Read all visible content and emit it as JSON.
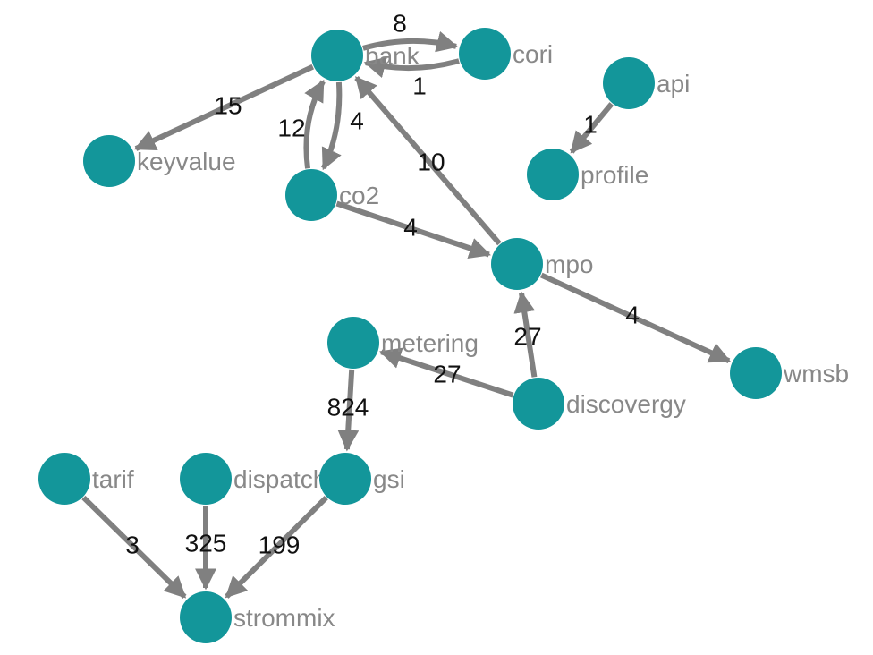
{
  "colors": {
    "node": "#13969a",
    "edge": "#808080",
    "node_label": "#888888",
    "edge_label": "#111111"
  },
  "nodes": [
    {
      "id": "bank",
      "label": "bank"
    },
    {
      "id": "cori",
      "label": "cori"
    },
    {
      "id": "api",
      "label": "api"
    },
    {
      "id": "keyvalue",
      "label": "keyvalue"
    },
    {
      "id": "profile",
      "label": "profile"
    },
    {
      "id": "co2",
      "label": "co2"
    },
    {
      "id": "mpo",
      "label": "mpo"
    },
    {
      "id": "metering",
      "label": "metering"
    },
    {
      "id": "wmsb",
      "label": "wmsb"
    },
    {
      "id": "discovergy",
      "label": "discovergy"
    },
    {
      "id": "tarif",
      "label": "tarif"
    },
    {
      "id": "dispatch",
      "label": "dispatch"
    },
    {
      "id": "gsi",
      "label": "gsi"
    },
    {
      "id": "strommix",
      "label": "strommix"
    }
  ],
  "edges": [
    {
      "from": "bank",
      "to": "cori",
      "label": "8"
    },
    {
      "from": "cori",
      "to": "bank",
      "label": "1"
    },
    {
      "from": "bank",
      "to": "keyvalue",
      "label": "15"
    },
    {
      "from": "co2",
      "to": "bank",
      "label": "12"
    },
    {
      "from": "bank",
      "to": "co2",
      "label": "4"
    },
    {
      "from": "mpo",
      "to": "bank",
      "label": "10"
    },
    {
      "from": "api",
      "to": "profile",
      "label": "1"
    },
    {
      "from": "co2",
      "to": "mpo",
      "label": "4"
    },
    {
      "from": "mpo",
      "to": "wmsb",
      "label": "4"
    },
    {
      "from": "discovergy",
      "to": "mpo",
      "label": "27"
    },
    {
      "from": "discovergy",
      "to": "metering",
      "label": "27"
    },
    {
      "from": "metering",
      "to": "gsi",
      "label": "824"
    },
    {
      "from": "tarif",
      "to": "strommix",
      "label": "3"
    },
    {
      "from": "dispatch",
      "to": "strommix",
      "label": "325"
    },
    {
      "from": "gsi",
      "to": "strommix",
      "label": "199"
    }
  ]
}
